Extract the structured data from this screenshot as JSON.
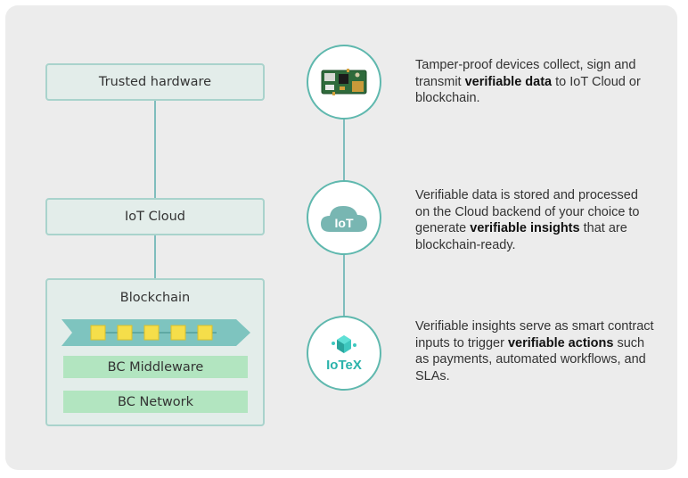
{
  "left_stack": {
    "trusted_hardware": "Trusted hardware",
    "iot_cloud": "IoT Cloud",
    "blockchain": {
      "title": "Blockchain",
      "middleware": "BC Middleware",
      "network": "BC Network",
      "chain_blocks": 5
    }
  },
  "icons": {
    "hardware": "circuit-board-icon",
    "cloud": {
      "name": "cloud-icon",
      "label": "IoT"
    },
    "iotex": {
      "name": "iotex-logo",
      "label": "IoTeX"
    }
  },
  "descriptions": [
    {
      "pre": "Tamper-proof devices collect, sign and transmit ",
      "bold": "verifiable data",
      "post": " to IoT Cloud or blockchain."
    },
    {
      "pre": "Verifiable data is stored and processed on the Cloud backend of your choice to generate ",
      "bold": "verifiable insights",
      "post": " that are blockchain-ready."
    },
    {
      "pre": "Verifiable insights serve as smart contract inputs to trigger ",
      "bold": "verifiable actions",
      "post": " such as payments, automated workflows, and SLAs."
    }
  ],
  "colors": {
    "accent_teal": "#5fb8ae",
    "box_fill": "#e3edea",
    "box_border": "#a9d3cc",
    "layer_green": "#b2e5c0",
    "block_yellow": "#f5de4a",
    "chain_teal": "#7ec4bf"
  }
}
